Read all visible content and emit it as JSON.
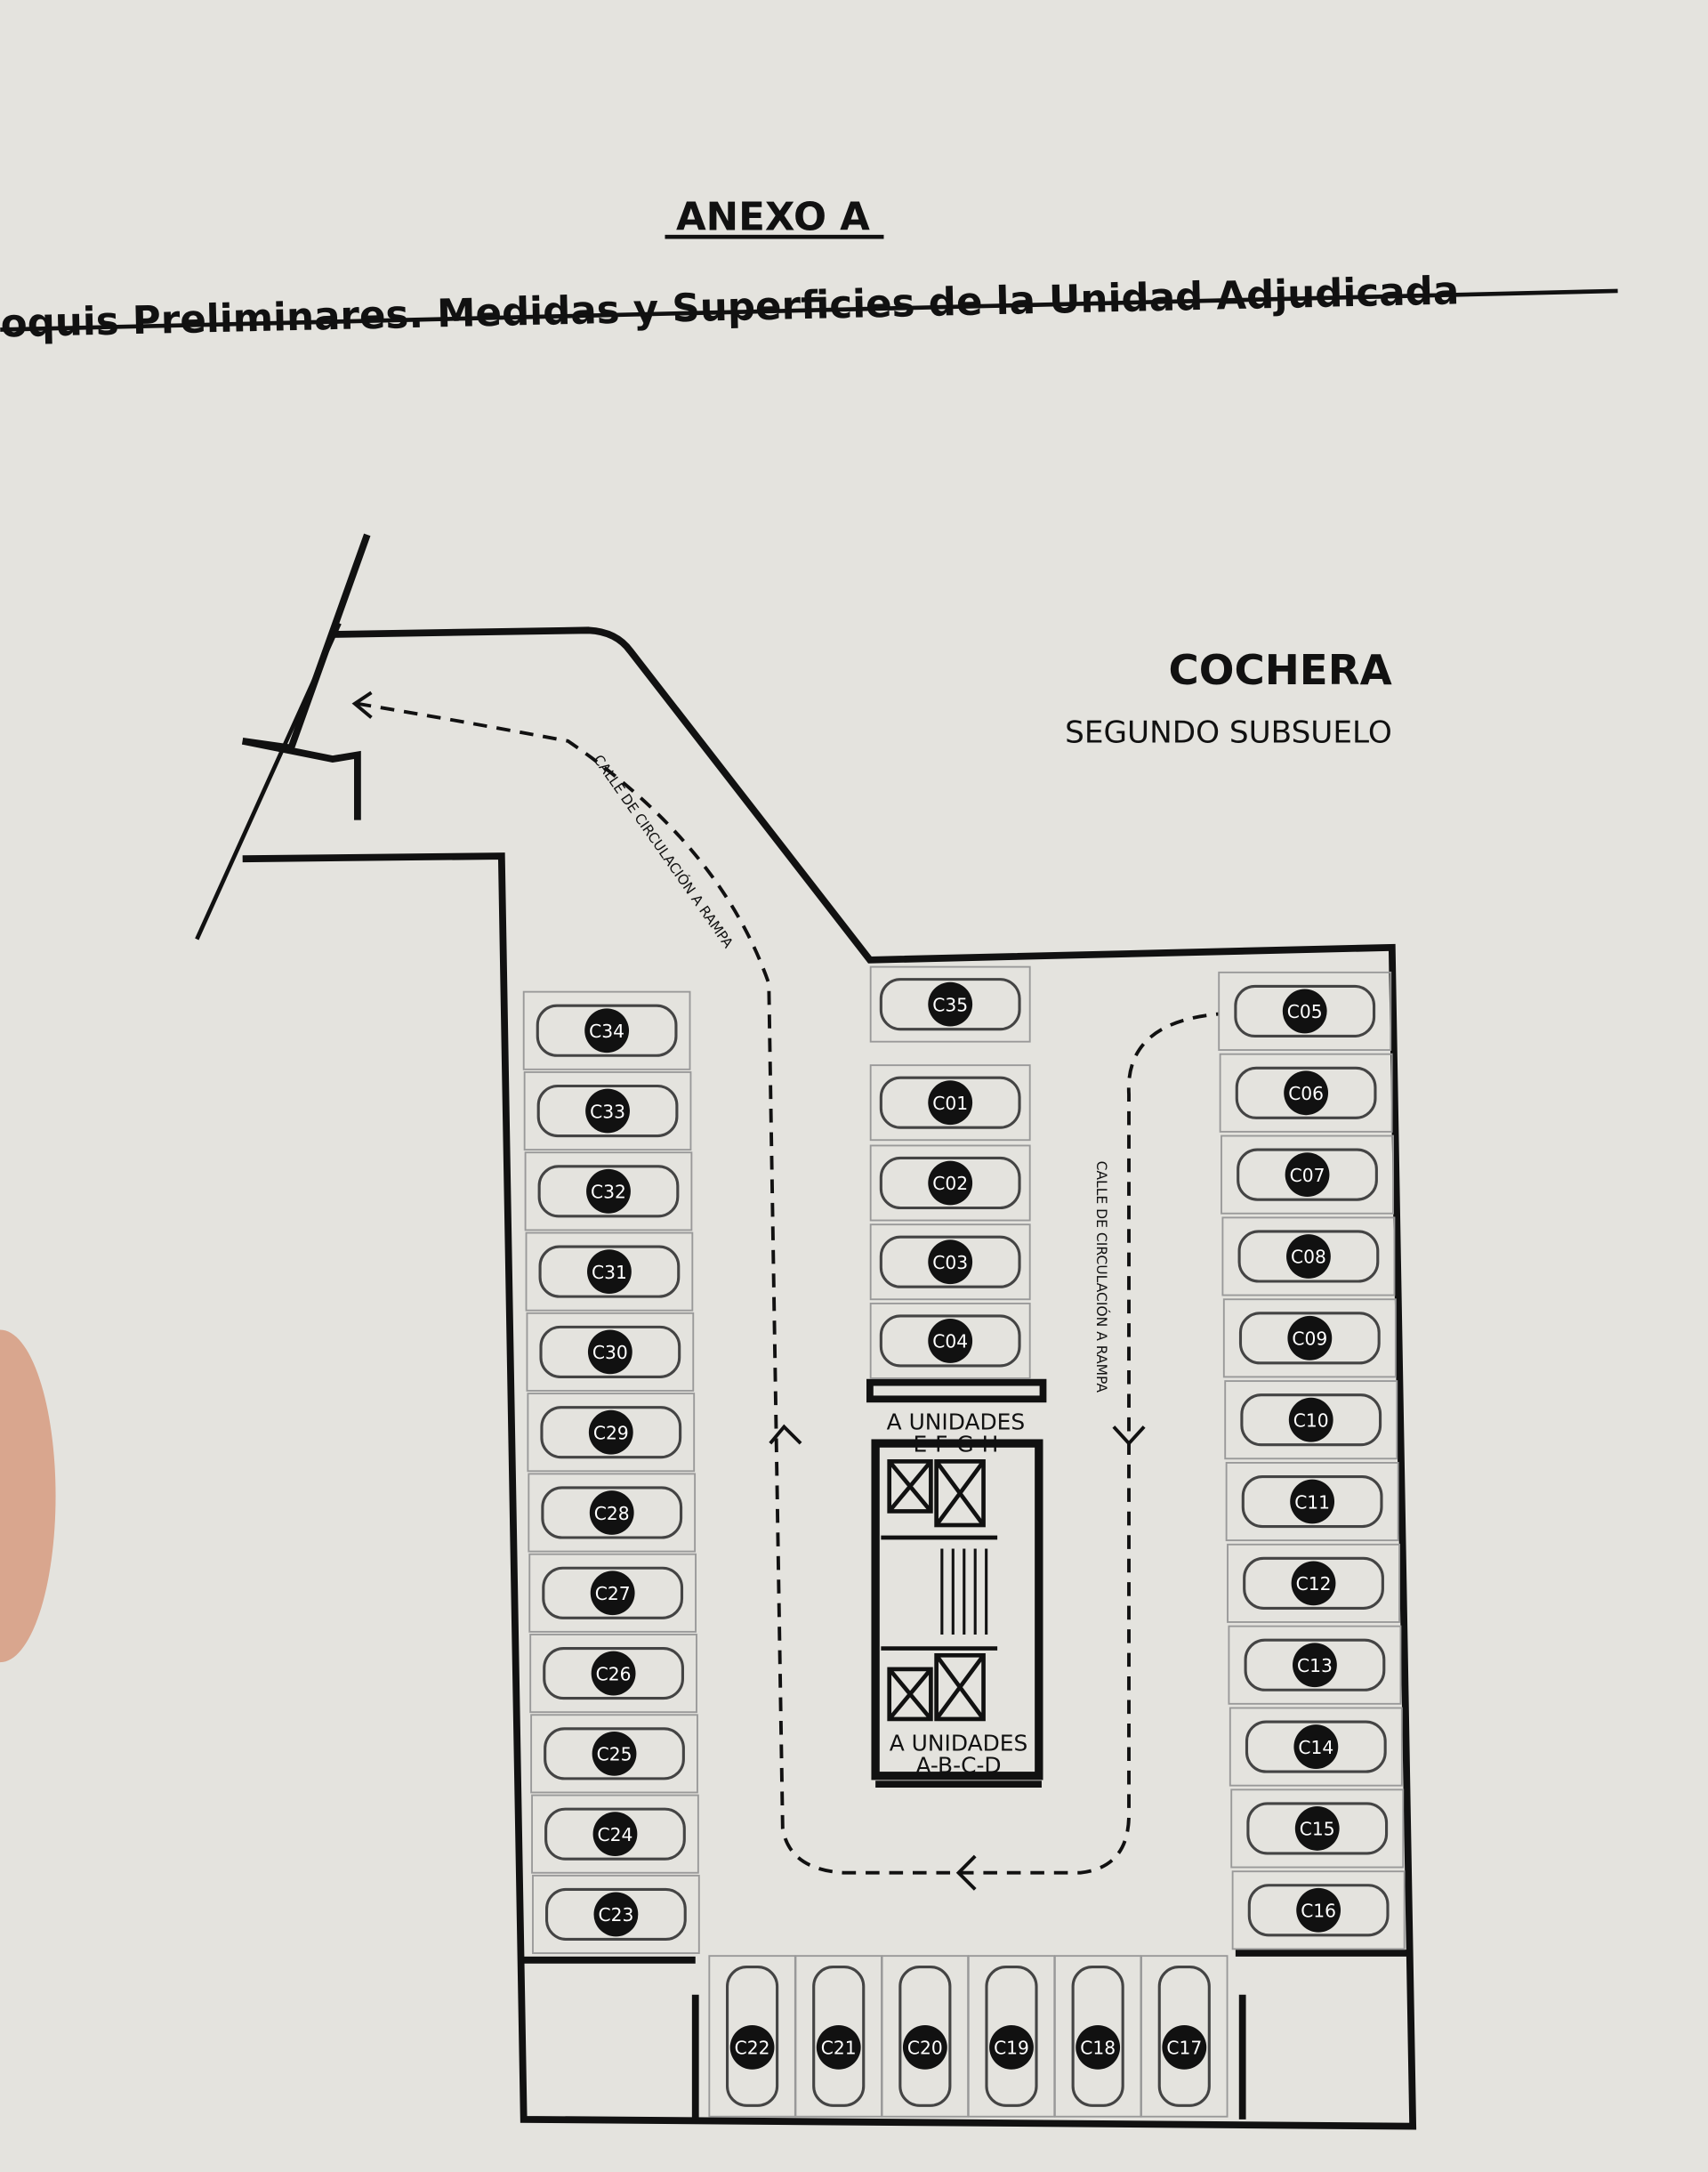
{
  "document": {
    "annex_title": "ANEXO A",
    "subtitle": "oquis Preliminares. Medidas y Superficies de la Unidad Adjudicada"
  },
  "plan": {
    "title": "COCHERA",
    "level": "SEGUNDO SUBSUELO",
    "ramp_label_left": "CALLE DE CIRCULACIÓN A RAMPA",
    "ramp_label_right": "CALLE DE CIRCULACIÓN A RAMPA",
    "core_label_top_1": "A UNIDADES",
    "core_label_top_2": "E-F-G-H",
    "core_label_bottom_1": "A UNIDADES",
    "core_label_bottom_2": "A-B-C-D",
    "spaces_left": [
      "C34",
      "C33",
      "C32",
      "C31",
      "C30",
      "C29",
      "C28",
      "C27",
      "C26",
      "C25",
      "C24",
      "C23"
    ],
    "spaces_center": [
      "C35",
      "C01",
      "C02",
      "C03",
      "C04"
    ],
    "spaces_right": [
      "C05",
      "C06",
      "C07",
      "C08",
      "C09",
      "C10",
      "C11",
      "C12",
      "C13",
      "C14",
      "C15",
      "C16"
    ],
    "spaces_bottom": [
      "C22",
      "C21",
      "C20",
      "C19",
      "C18",
      "C17"
    ]
  },
  "colors": {
    "paper": "#e4e3de",
    "ink": "#111111"
  }
}
